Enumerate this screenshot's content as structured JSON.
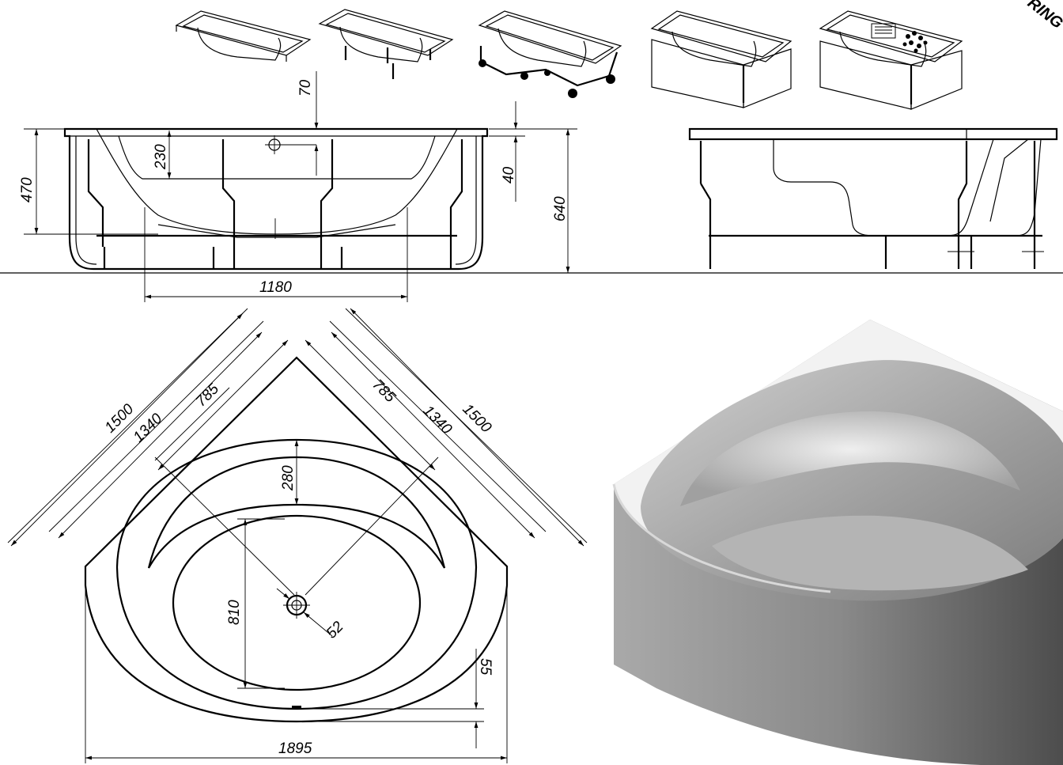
{
  "corner_label": "RING",
  "dimensions": {
    "depth_top": "70",
    "inner_depth": "230",
    "height_total": "470",
    "rim_offset": "40",
    "overall_height": "640",
    "inner_width": "1180",
    "side_outer_left": "1500",
    "side_inner_left": "1340",
    "side_seat_left": "785",
    "side_seat_right": "785",
    "side_inner_right": "1340",
    "side_outer_right": "1500",
    "seat_depth": "280",
    "bowl_length": "810",
    "drain": "52",
    "edge_offset": "55",
    "overall_width": "1895"
  }
}
